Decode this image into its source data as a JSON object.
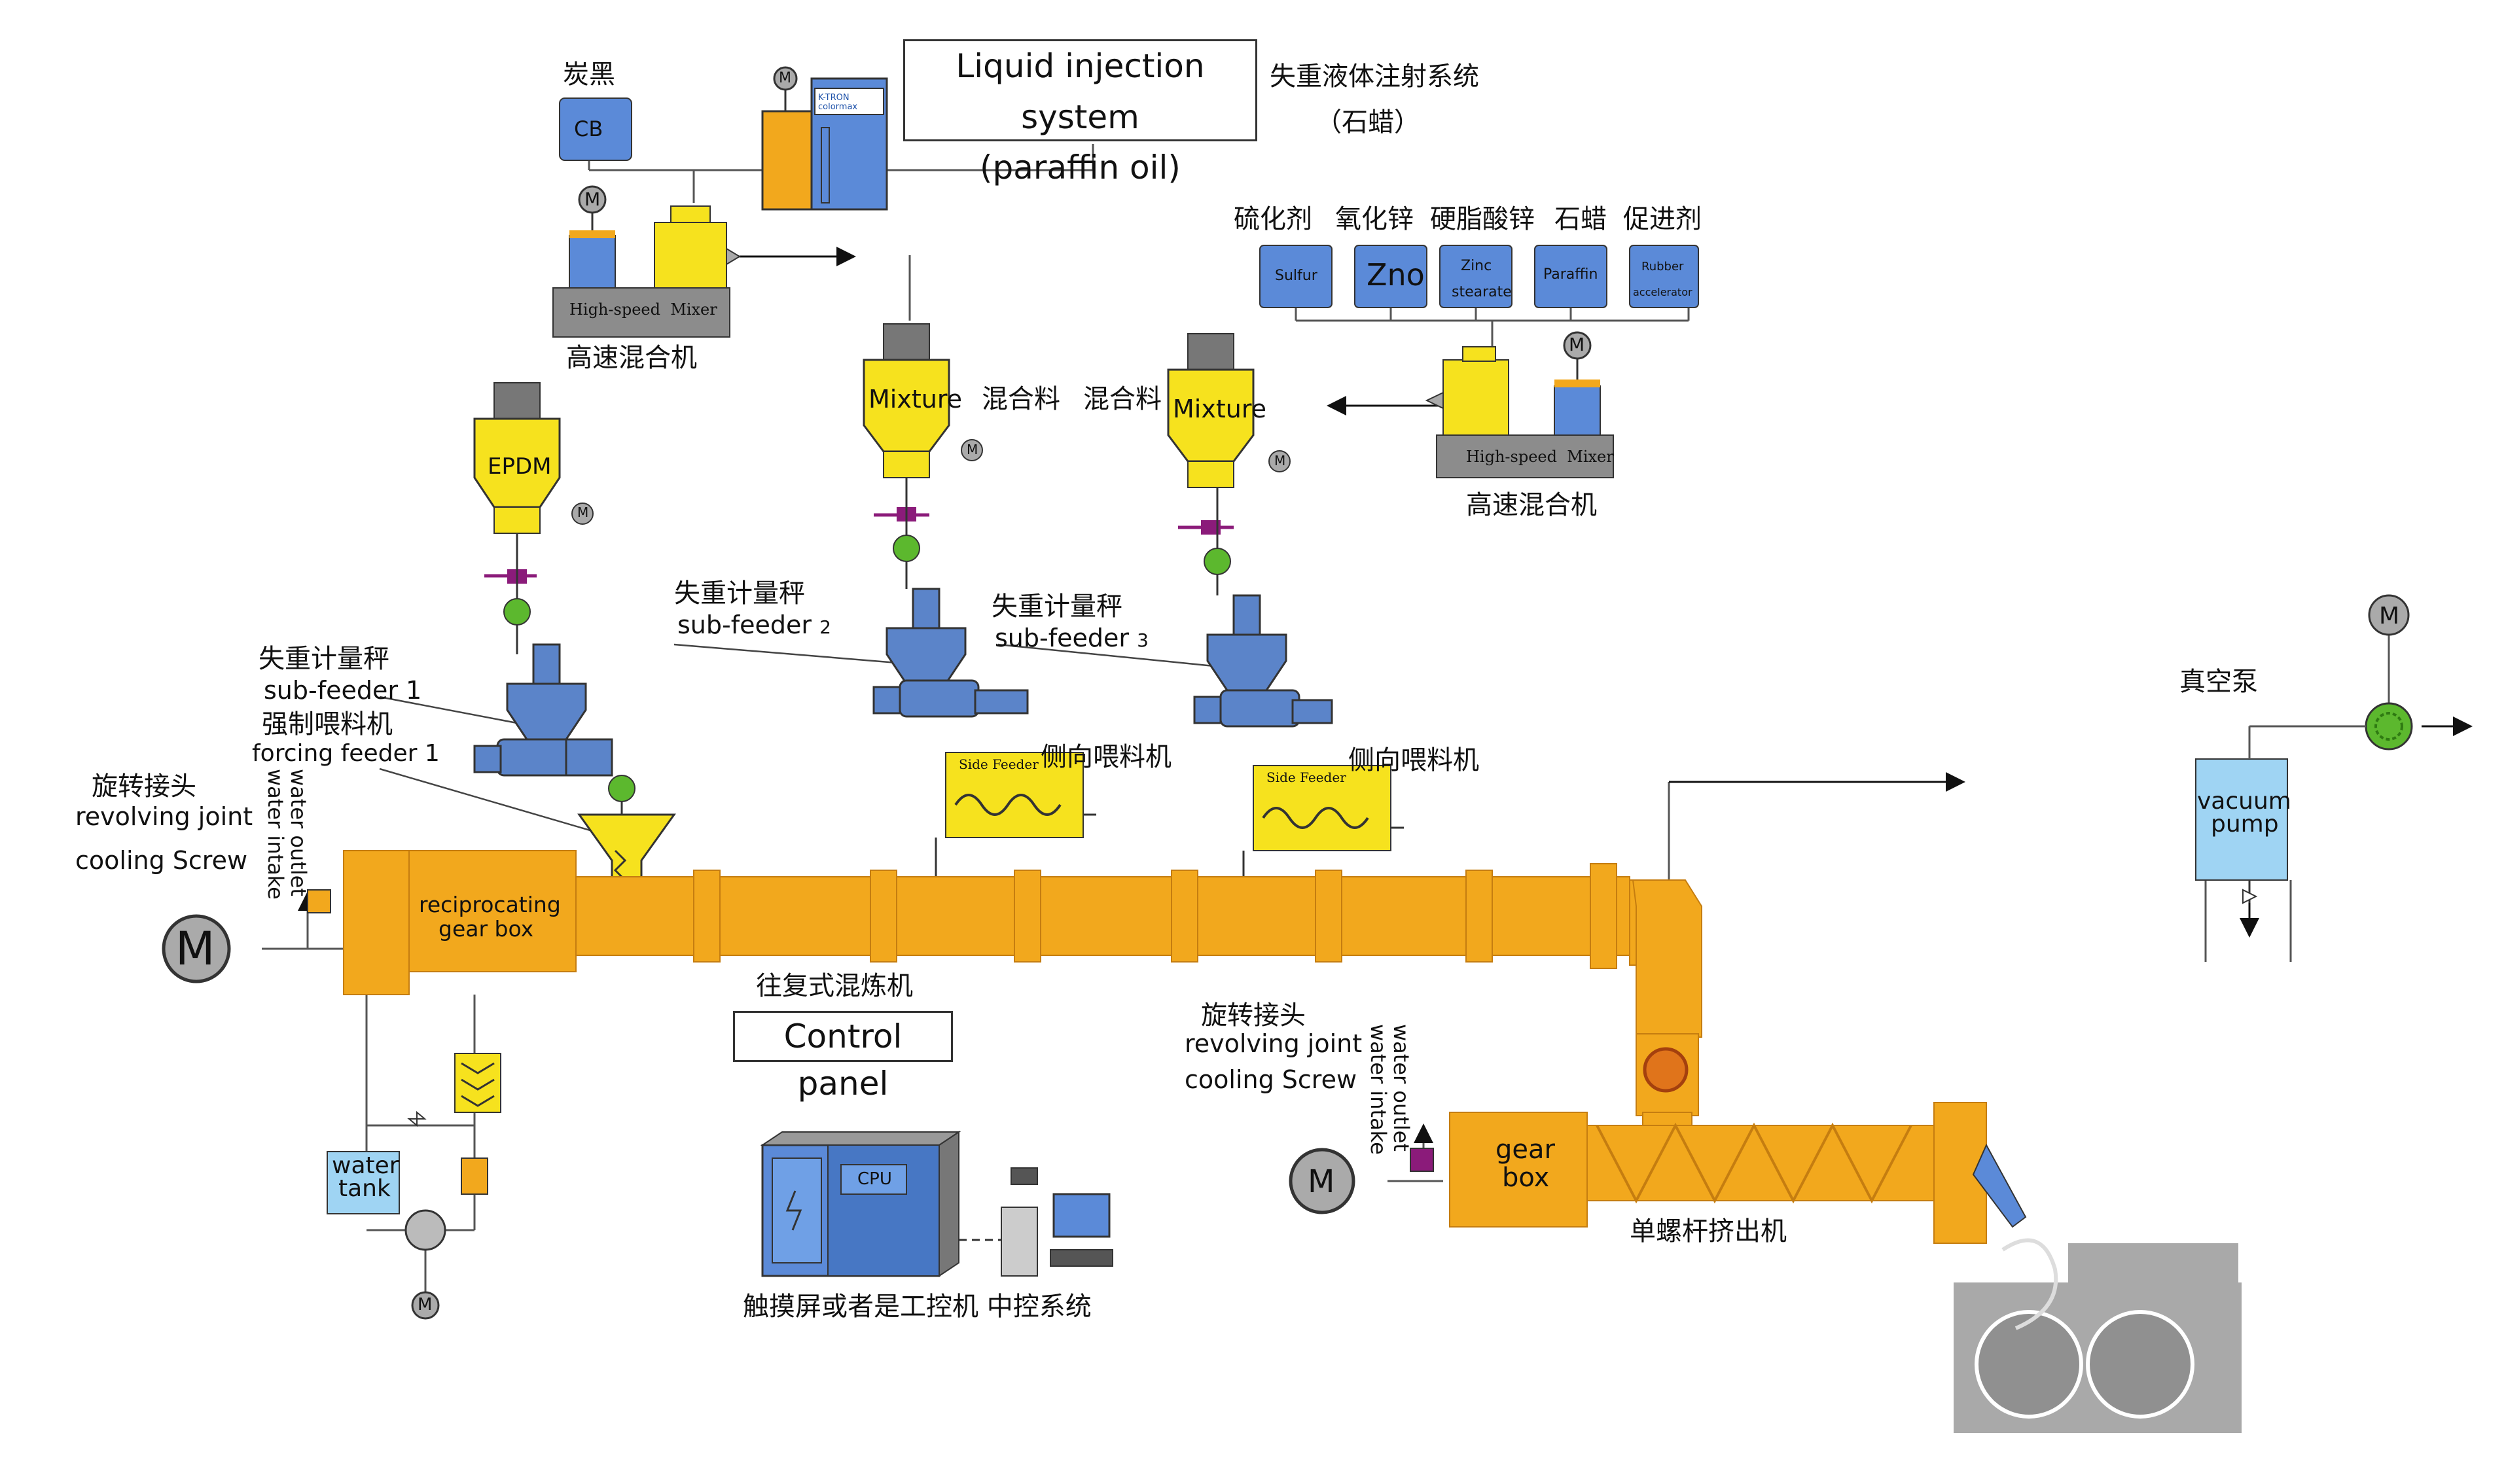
{
  "colors": {
    "pipe": "#f2a81d",
    "hopper": "#f6e21e",
    "blue_block": "#5b8ad8",
    "feeder": "#5b84c9",
    "gray_base": "#8c8c8c",
    "green": "#5cb82e",
    "magenta": "#8b1b7a",
    "water": "#9fd4f3"
  },
  "injection": {
    "title": "Liquid injection system",
    "sub": "(paraffin oil)",
    "cn": "失重液体注射系统",
    "cn2": "（石蜡）",
    "brand": "K-TRON colormax"
  },
  "cb": {
    "cn": "炭黑",
    "label": "CB"
  },
  "mixer1": {
    "plate": "High-speed  Mixer",
    "cn": "高速混合机"
  },
  "mixer2": {
    "plate": "High-speed  Mixer",
    "cn": "高速混合机"
  },
  "additives": [
    {
      "cn": "硫化剂",
      "label": "Sulfur"
    },
    {
      "cn": "氧化锌",
      "label": "Zno"
    },
    {
      "cn": "硬脂酸锌",
      "label": "Zinc stearate",
      "label1": "Zinc",
      "label2": "stearate"
    },
    {
      "cn": "石蜡",
      "label": "Paraffin"
    },
    {
      "cn": "促进剂",
      "label": "Rubber accelerator",
      "label1": "Rubber",
      "label2": "accelerator"
    }
  ],
  "hopper_epdm": "EPDM",
  "hopper_mix1": "Mixture",
  "hopper_mix2": "Mixture",
  "mix_cn1": "混合料",
  "mix_cn2": "混合料",
  "motor": "M",
  "feeder1": {
    "cn": "失重计量秤",
    "en": "sub-feeder 1"
  },
  "forcing": {
    "cn": "强制喂料机",
    "en": "forcing feeder 1"
  },
  "feeder2": {
    "cn": "失重计量秤",
    "en": "sub-feeder",
    "num": "2"
  },
  "feeder3": {
    "cn": "失重计量秤",
    "en": "sub-feeder",
    "num": "3"
  },
  "side_feeder": {
    "plate": "Side Feeder",
    "cn": "侧向喂料机"
  },
  "joint1": {
    "cn": "旋转接头",
    "en": "revolving joint",
    "cool": "cooling Screw",
    "outlet1": "water",
    "outlet2": "outlet",
    "intake1": "water",
    "intake2": "intake"
  },
  "joint2": {
    "cn": "旋转接头",
    "en": "revolving joint",
    "cool": "cooling Screw",
    "outlet1": "water",
    "outlet2": "outlet",
    "intake1": "water",
    "intake2": "intake"
  },
  "gearbox": {
    "line1": "reciprocating",
    "line2": "gear box"
  },
  "kneader_cn": "往复式混炼机",
  "control_panel": "Control panel",
  "water_tank": {
    "line1": "water",
    "line2": "tank"
  },
  "vacuum": {
    "cn": "真空泵",
    "line1": "vacuum",
    "line2": "pump"
  },
  "gearbox2": {
    "line1": "gear",
    "line2": "box"
  },
  "extruder_cn": "单螺杆挤出机",
  "control_cn": "触摸屏或者是工控机 中控系统",
  "cpu": "CPU"
}
